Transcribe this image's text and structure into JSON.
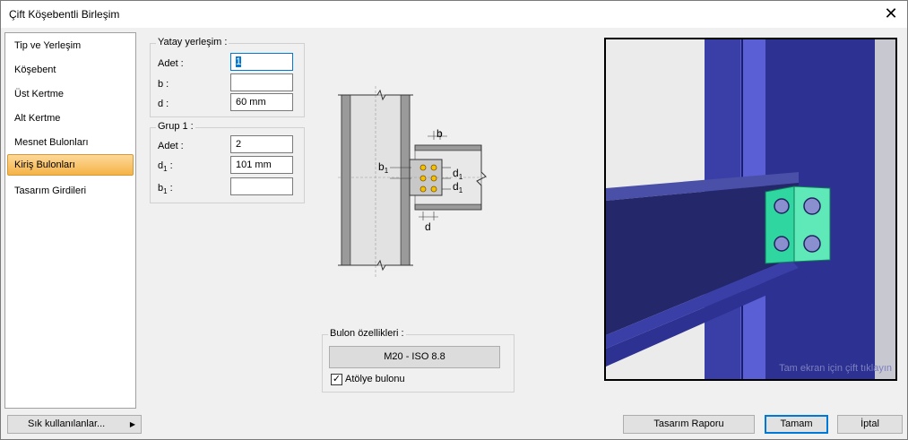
{
  "window": {
    "title": "Çift Köşebentli Birleşim"
  },
  "nav": {
    "items": [
      {
        "label": "Tip ve Yerleşim"
      },
      {
        "label": "Köşebent"
      },
      {
        "label": "Üst Kertme"
      },
      {
        "label": "Alt Kertme"
      },
      {
        "label": "Mesnet Bulonları"
      },
      {
        "label": "Kiriş Bulonları"
      },
      {
        "label": "Tasarım Girdileri"
      }
    ],
    "active_index": 5
  },
  "yatay": {
    "title": "Yatay yerleşim :",
    "adet_label": "Adet :",
    "adet_value": "1",
    "b_label": "b :",
    "b_value": "",
    "d_label": "d :",
    "d_value": "60 mm"
  },
  "grup": {
    "title": "Grup 1 :",
    "adet_label": "Adet :",
    "adet_value": "2",
    "d1_prefix": "d",
    "d1_value": "101 mm",
    "b1_prefix": "b",
    "b1_value": "",
    "sub_index": "1",
    "colon": ":"
  },
  "diagram": {
    "b": "b",
    "b1": "b",
    "d1": "d",
    "d": "d",
    "sub": "1"
  },
  "bolt": {
    "title": "Bulon özellikleri :",
    "button_label": "M20 - ISO 8.8",
    "checkbox_label": "Atölye bulonu",
    "checkbox_checked": true
  },
  "viewer": {
    "hint": "Tam ekran için çift tıklayın"
  },
  "footer": {
    "favorites_label": "Sık kullanılanlar...",
    "report_label": "Tasarım Raporu",
    "ok_label": "Tamam",
    "cancel_label": "İptal"
  },
  "colors": {
    "accent": "#0078d7",
    "nav_active": "#f5b346",
    "steel_blue": "#3a3fa8",
    "angle_green": "#2fd6a0"
  }
}
